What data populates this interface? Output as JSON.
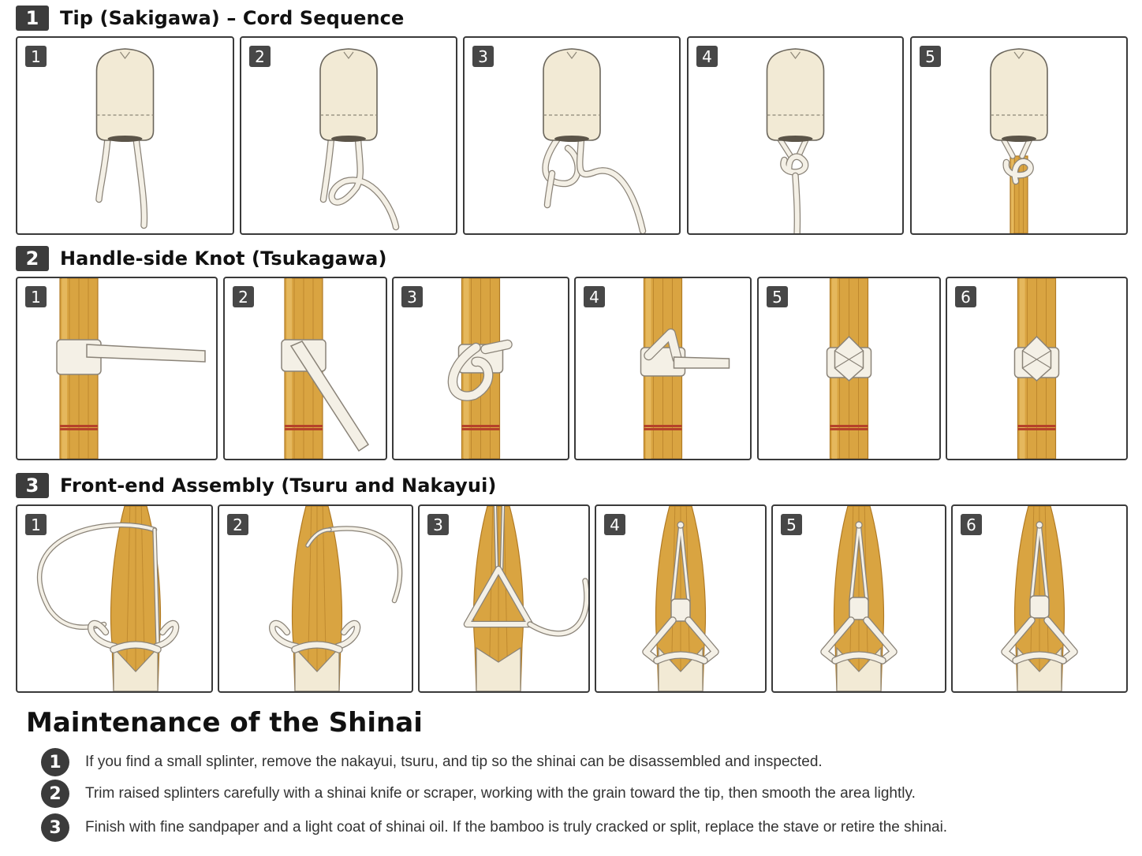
{
  "palette": {
    "bamboo": "#d9a441",
    "bamboo_dark": "#b07a24",
    "bamboo_light": "#efc874",
    "leather": "#f2ead5",
    "cord": "#f4f0e6",
    "cord_edge": "#8a8378",
    "red_band": "#b5422a",
    "badge": "#3c3c3c"
  },
  "sections": [
    {
      "number": "1",
      "title": "Tip (Sakigawa) – Cord Sequence",
      "steps": [
        {
          "label": "1",
          "stage": "two loose cord ends"
        },
        {
          "label": "2",
          "stage": "cord looped"
        },
        {
          "label": "3",
          "stage": "cord threaded through"
        },
        {
          "label": "4",
          "stage": "knot tightened"
        },
        {
          "label": "5",
          "stage": "knot seated on bamboo"
        }
      ]
    },
    {
      "number": "2",
      "title": "Handle-side Knot (Tsukagawa)",
      "steps": [
        {
          "label": "1",
          "stage": "wrap with tail out"
        },
        {
          "label": "2",
          "stage": "tail folded down"
        },
        {
          "label": "3",
          "stage": "loop formed"
        },
        {
          "label": "4",
          "stage": "tail crossed"
        },
        {
          "label": "5",
          "stage": "knot dressed"
        },
        {
          "label": "6",
          "stage": "finished knot"
        }
      ]
    },
    {
      "number": "3",
      "title": "Front-end Assembly (Tsuru and Nakayui)",
      "steps": [
        {
          "label": "1",
          "stage": "tsuru looped around"
        },
        {
          "label": "2",
          "stage": "tsuru pulled over"
        },
        {
          "label": "3",
          "stage": "tsuru hooked"
        },
        {
          "label": "4",
          "stage": "nakayui tied"
        },
        {
          "label": "5",
          "stage": "nakayui tightened"
        },
        {
          "label": "6",
          "stage": "assembly complete"
        }
      ]
    }
  ],
  "maintenance": {
    "title": "Maintenance of the Shinai",
    "items": [
      {
        "number": "1",
        "text": "If you find a small splinter, remove the nakayui, tsuru, and tip so the shinai can be disassembled and inspected."
      },
      {
        "number": "2",
        "text": "Trim raised splinters carefully with a shinai knife or scraper, working with the grain toward the tip, then smooth the area lightly."
      },
      {
        "number": "3",
        "text": "Finish with fine sandpaper and a light coat of shinai oil.  If the bamboo is truly cracked or split, replace the stave or retire the shinai."
      }
    ]
  }
}
